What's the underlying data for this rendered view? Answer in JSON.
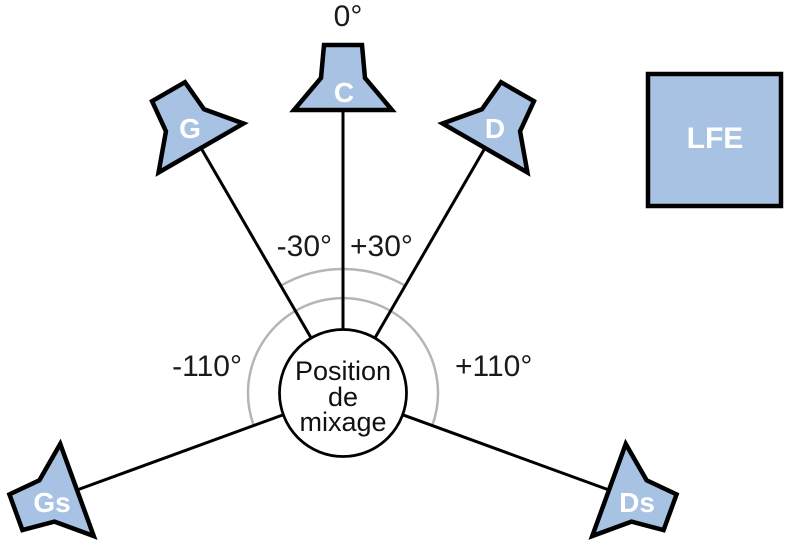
{
  "diagram_type": "surround-5.1-speaker-layout",
  "colors": {
    "speaker_fill": "#a8c2e4",
    "outline": "#000000",
    "arc_gray": "#b5b5b5",
    "speaker_label_text": "#ffffff",
    "angle_label_text": "#1a1a1a",
    "background": "#ffffff"
  },
  "mix_position": {
    "line1": "Position",
    "line2": "de",
    "line3": "mixage"
  },
  "speakers": {
    "c": {
      "label": "C",
      "angle": "0°"
    },
    "g": {
      "label": "G",
      "angle": "-30°"
    },
    "d": {
      "label": "D",
      "angle": "+30°"
    },
    "gs": {
      "label": "Gs",
      "angle": "-110°"
    },
    "ds": {
      "label": "Ds",
      "angle": "+110°"
    }
  },
  "lfe": {
    "label": "LFE"
  }
}
